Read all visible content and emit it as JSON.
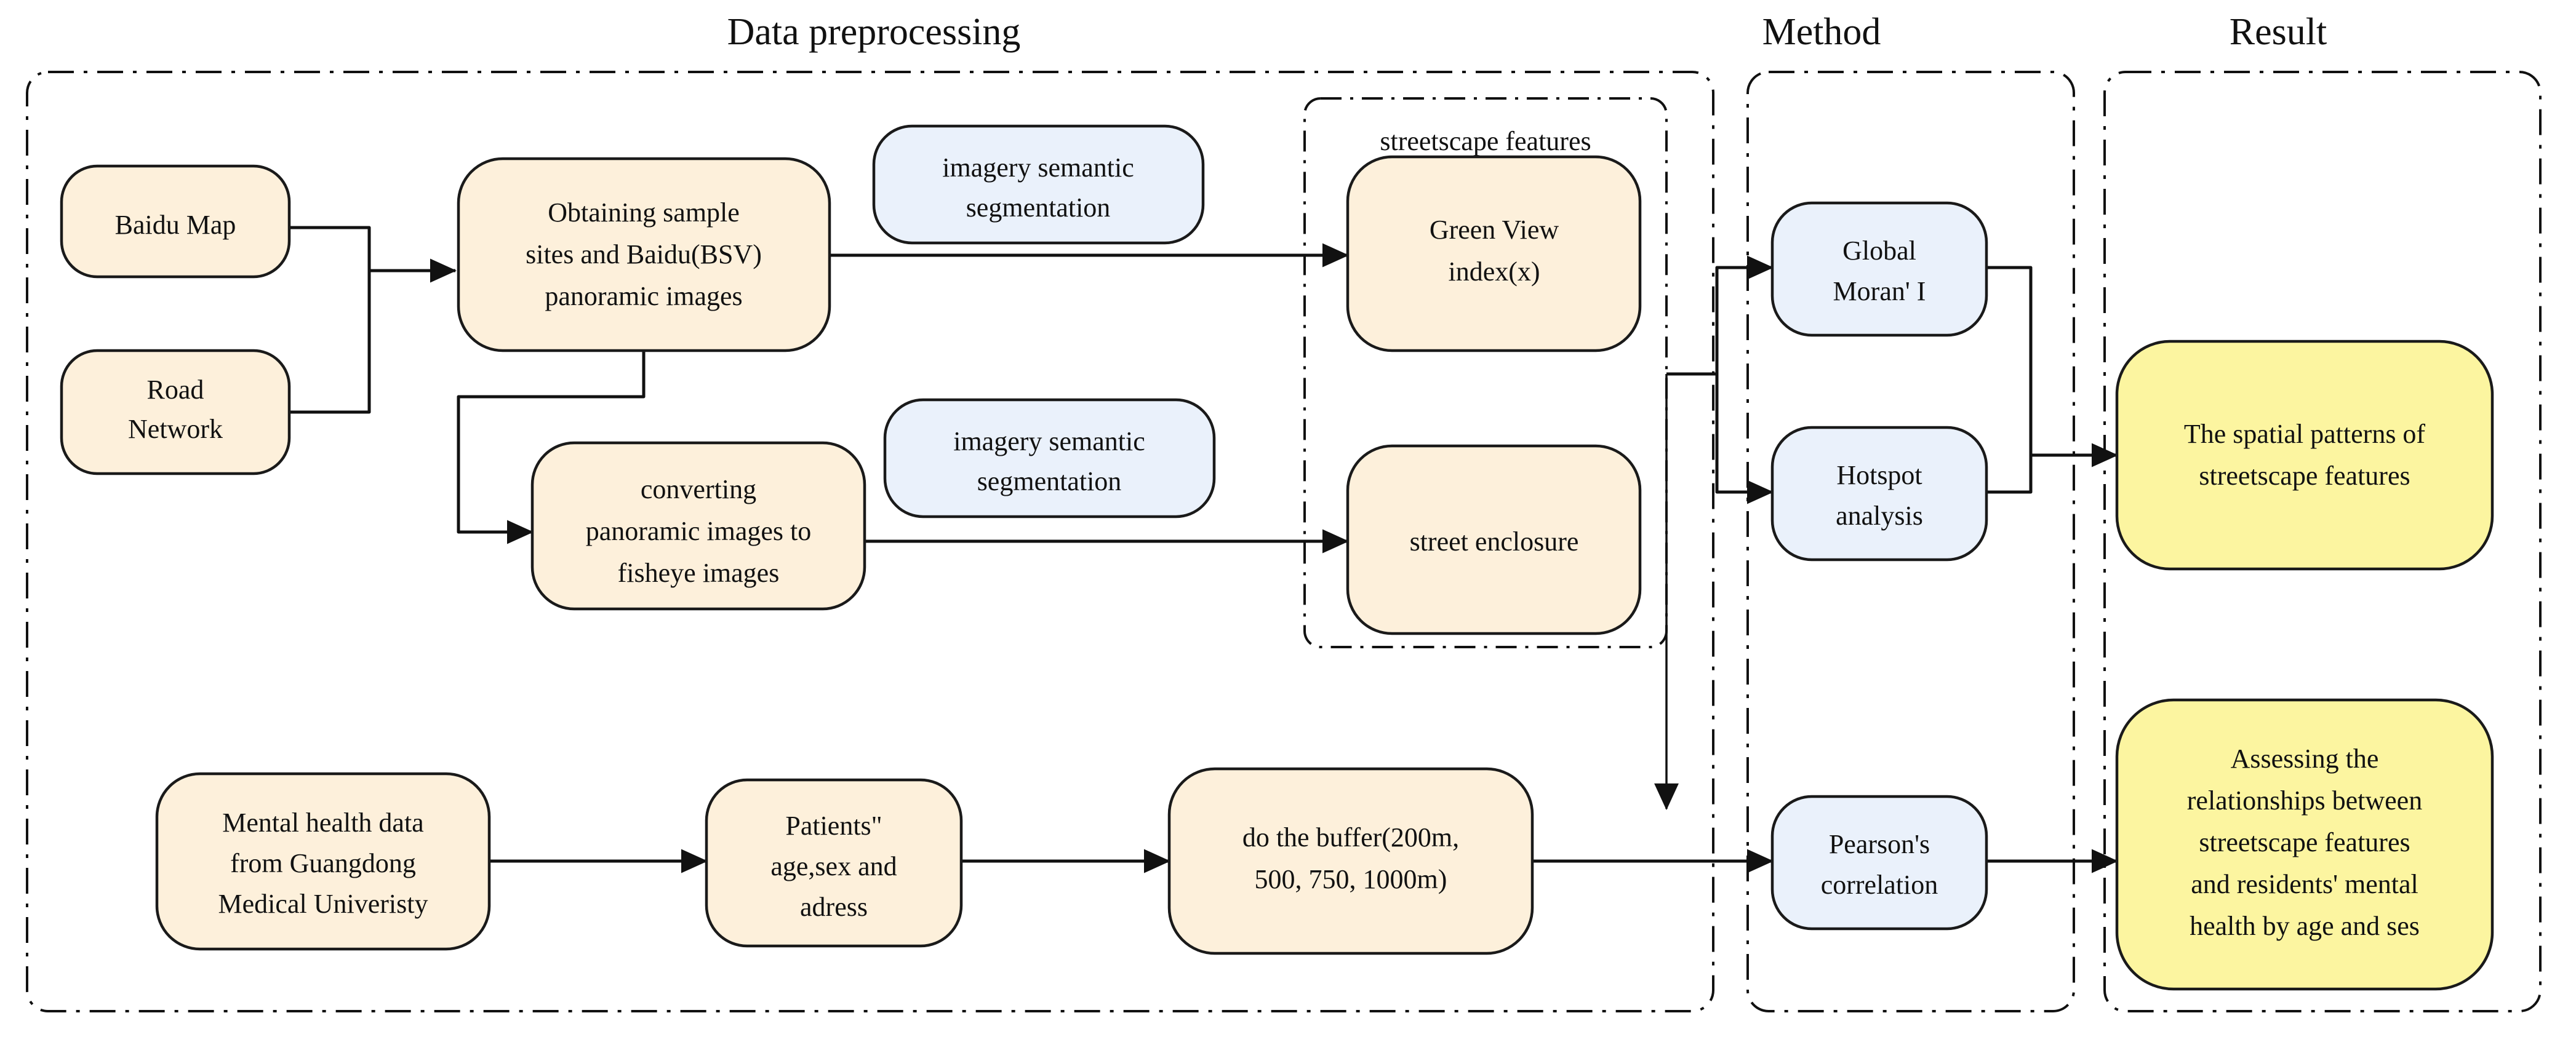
{
  "diagram": {
    "title_note": "Research workflow flowchart",
    "panels": [
      {
        "id": "data-preprocessing",
        "label": "Data preprocessing"
      },
      {
        "id": "method",
        "label": "Method"
      },
      {
        "id": "result",
        "label": "Result"
      }
    ],
    "group_labels": [
      {
        "id": "streetscape-features",
        "label": "streetscape features"
      }
    ],
    "nodes": {
      "baidu_map": "Baidu Map",
      "road_network_l1": "Road",
      "road_network_l2": "Network",
      "obtaining_l1": "Obtaining sample",
      "obtaining_l2": "sites and Baidu(BSV)",
      "obtaining_l3": "panoramic images",
      "seg_top_l1": "imagery semantic",
      "seg_top_l2": "segmentation",
      "seg_bottom_l1": "imagery semantic",
      "seg_bottom_l2": "segmentation",
      "converting_l1": "converting",
      "converting_l2": "panoramic images to",
      "converting_l3": "fisheye images",
      "gvi_l1": "Green View",
      "gvi_l2": "index(x)",
      "street_enclosure": "street enclosure",
      "mental_l1": "Mental health data",
      "mental_l2": "from Guangdong",
      "mental_l3": "Medical Univeristy",
      "patients_l1": "Patients\"",
      "patients_l2": "age,sex and",
      "patients_l3": "adress",
      "buffer_l1": "do the buffer(200m,",
      "buffer_l2": "500, 750, 1000m)",
      "moran_l1": "Global",
      "moran_l2": "Moran' I",
      "hotspot_l1": "Hotspot",
      "hotspot_l2": "analysis",
      "pearson_l1": "Pearson's",
      "pearson_l2": "correlation",
      "result1_l1": "The spatial patterns of",
      "result1_l2": "streetscape features",
      "result2_l1": "Assessing the",
      "result2_l2": "relationships between",
      "result2_l3": "streetscape features",
      "result2_l4": "and residents' mental",
      "result2_l5": "health by age and ses"
    },
    "colors": {
      "data_node_fill": "#FDF0DB",
      "method_node_fill": "#EAF1FB",
      "result_node_fill": "#FCF5A0",
      "stroke": "#111111",
      "background": "#FFFFFF"
    }
  }
}
